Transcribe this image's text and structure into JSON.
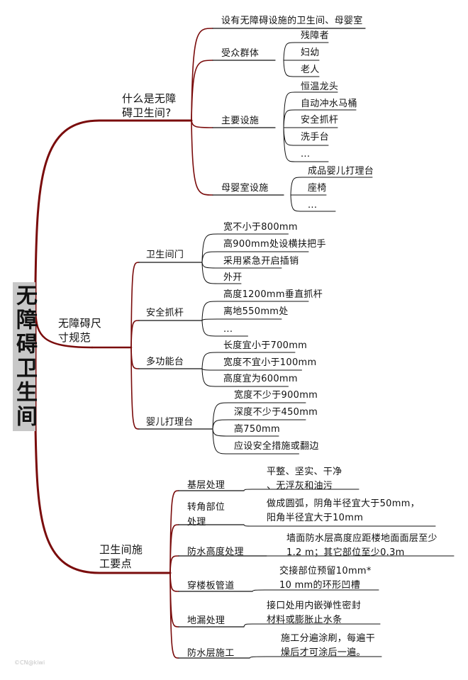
{
  "root": "无障碍卫生间",
  "watermark": "©CN@kiwi",
  "colors": {
    "trunk": "#7a0c0c",
    "branch": "#111111"
  },
  "sections": [
    {
      "label": "什么是无障碍卫生间?",
      "label_lines": [
        "什么是无障",
        "碍卫生间?"
      ],
      "children": [
        {
          "label": "设有无障碍设施的卫生间、母婴室",
          "children": []
        },
        {
          "label": "受众群体",
          "children": [
            "残障者",
            "妇幼",
            "老人"
          ]
        },
        {
          "label": "主要设施",
          "children": [
            "恒温龙头",
            "自动冲水马桶",
            "安全抓杆",
            "洗手台",
            "..."
          ]
        },
        {
          "label": "母婴室设施",
          "children": [
            "成品婴儿打理台",
            "座椅",
            "..."
          ]
        }
      ]
    },
    {
      "label": "无障碍尺寸规范",
      "label_lines": [
        "无障碍尺",
        "寸规范"
      ],
      "children": [
        {
          "label": "卫生间门",
          "children": [
            "宽不小于800mm",
            "高900mm处设横扶把手",
            "采用紧急开启插销",
            "外开"
          ]
        },
        {
          "label": "安全抓杆",
          "children": [
            "高度1200mm垂直抓杆",
            "离地550mm处",
            "..."
          ]
        },
        {
          "label": "多功能台",
          "children": [
            "长度宜小于700mm",
            "宽度不宜小于100mm",
            "高度宜为600mm"
          ]
        },
        {
          "label": "婴儿打理台",
          "children": [
            "宽度不少于900mm",
            "深度不少于450mm",
            "高750mm",
            "应设安全措施或翻边"
          ]
        }
      ]
    },
    {
      "label": "卫生间施工要点",
      "label_lines": [
        "卫生间施",
        "工要点"
      ],
      "children": [
        {
          "label": "基层处理",
          "children": [
            "平整、坚实、干净\n、无浮灰和油污"
          ]
        },
        {
          "label": "转角部位\n处理",
          "children": [
            "做成圆弧，阴角半径宜大于50mm，\n阳角半径宜大于10mm"
          ]
        },
        {
          "label": "防水高度处理",
          "children": [
            "墙面防水层高度应距楼地面面层至少\n1.2 m；其它部位至少0.3m"
          ]
        },
        {
          "label": "穿楼板管道",
          "children": [
            "交接部位预留10mm*\n10 mm的环形凹槽"
          ]
        },
        {
          "label": "地漏处理",
          "children": [
            "接口处用内嵌弹性密封\n材料或膨胀止水条"
          ]
        },
        {
          "label": "防水层施工",
          "children": [
            "施工分遍涂刷，每遍干\n燥后才可涂后一遍。"
          ]
        }
      ]
    }
  ]
}
